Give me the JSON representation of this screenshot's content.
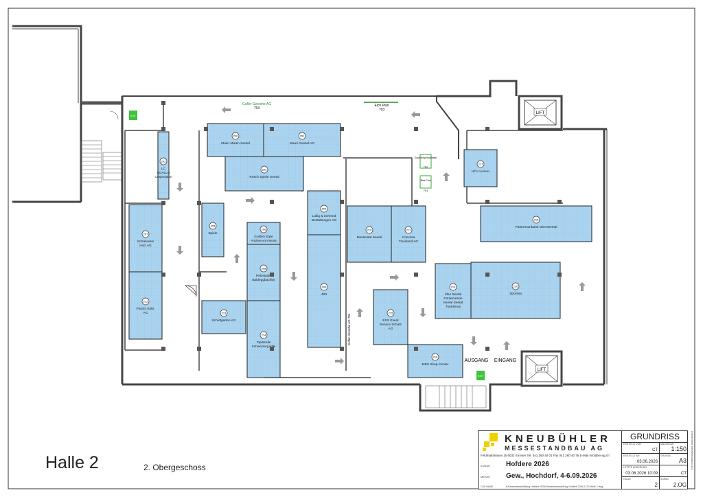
{
  "hall_title": "Halle 2",
  "floor": "2. Obergeschoss",
  "booths": [
    {
      "id": "b_maier",
      "label": "Maier Martin Seetal",
      "num": "200"
    },
    {
      "id": "b_mauri",
      "label": "Mauri Gossel AG",
      "num": "201"
    },
    {
      "id": "b_resch",
      "label": "Resch Spiele Seetal",
      "num": "202"
    },
    {
      "id": "b_lc",
      "label": "LC SGALLO Corporation",
      "num": "203"
    },
    {
      "id": "b_lallig",
      "label": "Lallig & Schmed Bestattungen AG",
      "num": "204"
    },
    {
      "id": "b_spiele",
      "label": "Spiele",
      "num": "205"
    },
    {
      "id": "b_golden",
      "label": "Golden Style Andrea von Moos",
      "num": "206"
    },
    {
      "id": "b_schreinerei",
      "label": "Schreinerei Holz AG",
      "num": "207"
    },
    {
      "id": "b_pelzstudio",
      "label": "Pelzstudio Baldeggbachbe",
      "num": "208"
    },
    {
      "id": "b_mid400",
      "label": "400",
      "num": "209"
    },
    {
      "id": "b_messstat",
      "label": "Messestat Seetal",
      "num": "210"
    },
    {
      "id": "b_convicta",
      "label": "Convicta Treuhand AG",
      "num": "211"
    },
    {
      "id": "b_frischi",
      "label": "Frischi Gebi. AG",
      "num": "212"
    },
    {
      "id": "b_schuttgarten",
      "label": "Schuttgarten AG",
      "num": "213"
    },
    {
      "id": "b_pipistrelle",
      "label": "Pipistrelle Schweizergarille",
      "num": "214"
    },
    {
      "id": "b_ess",
      "label": "ESS Event Service Schatz AG",
      "num": "215"
    },
    {
      "id": "b_mbs",
      "label": "MBS Shop-Center",
      "num": "216"
    },
    {
      "id": "b_hcv",
      "label": "HCV Luzern",
      "num": "217"
    },
    {
      "id": "b_partner",
      "label": "Partnersonbank Obersseetal",
      "num": "218"
    },
    {
      "id": "b_idee",
      "label": "Idee Seetal Förderverein Seetal Seetal Tourismus",
      "num": "219"
    },
    {
      "id": "b_sportsia",
      "label": "Sportsia",
      "num": "220"
    }
  ],
  "labels": {
    "top_a": "Gufler Gersche AG",
    "top_a_num": "704",
    "top_b": "Elch Plan",
    "top_b_num": "703",
    "small1": "Gockheng Hochstein",
    "small1_num": "702",
    "small2": "Bais Pool",
    "small2_num": "701",
    "vert": "Gufler Gersche AG 704",
    "lift": "LIFT",
    "ausgang": "AUSGANG",
    "eingang": "EINGANG",
    "exit_sign": "EXIT"
  },
  "title_block": {
    "brand1": "KNEUBÜHLER",
    "brand2": "MESSESTANDBAU AG",
    "address": "Feldmattstrasse 15 6032 Emmen Tel. 041 260 40 01 Fax 041 260 40 76 E-Mail info@kn-ag.ch",
    "kunde_label": "KUNDE",
    "kunde": "Hofdere 2026",
    "messe_label": "MESSE",
    "messe": "Gew., Hochdorf, 4-6.09.2026",
    "cad_label": "CAD NAME",
    "cad": "K/Gewerbeausstellung Hofdere 2026/Gewerbeausstellung Hofdere 2026 2.OG Halle 2.dwg",
    "grundriss": "GRUNDRISS",
    "erstellt_label": "ERSTELLT VON",
    "erstellt": "CT",
    "massstab_label": "MASSSTAB",
    "massstab": "1:150",
    "erstellt_am_label": "ERSTELLT AM",
    "erstellt_am": "03.06.2026",
    "grosse_label": "GROSSE",
    "grosse": "A3",
    "letzte_label": "LETZTE ÄNDERUNG",
    "letzte": "03.06.2026 10:09",
    "letzte_by": "CT",
    "halle_label": "HALLE",
    "halle": "2",
    "stand_label": "STAND",
    "stand": "2.OG",
    "side": "Kneubühler Messestandbau AG"
  }
}
